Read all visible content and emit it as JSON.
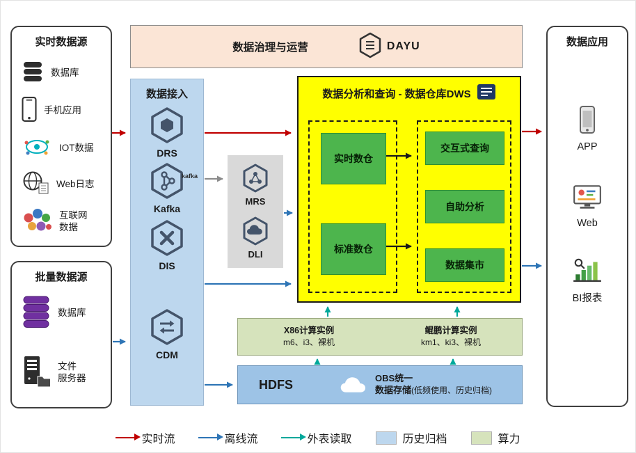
{
  "sources_realtime": {
    "title": "实时数据源",
    "items": [
      {
        "label": "数据库",
        "icon": "database-icon"
      },
      {
        "label": "手机应用",
        "icon": "phone-icon"
      },
      {
        "label": "IOT数据",
        "icon": "iot-icon"
      },
      {
        "label": "Web日志",
        "icon": "web-log-icon"
      },
      {
        "label": "互联网\n数据",
        "icon": "internet-data-icon"
      }
    ]
  },
  "sources_batch": {
    "title": "批量数据源",
    "items": [
      {
        "label": "数据库",
        "icon": "database-purple-icon"
      },
      {
        "label": "文件\n服务器",
        "icon": "file-server-icon"
      }
    ]
  },
  "governance": {
    "title": "数据治理与运营",
    "product": "DAYU"
  },
  "ingestion": {
    "title": "数据接入",
    "items": [
      {
        "label": "DRS"
      },
      {
        "label": "Kafka",
        "wordmark": "kafka"
      },
      {
        "label": "DIS"
      },
      {
        "label": "CDM"
      }
    ]
  },
  "processing": {
    "items": [
      {
        "label": "MRS"
      },
      {
        "label": "DLI"
      }
    ]
  },
  "dws": {
    "title": "数据分析和查询 - 数据仓库DWS",
    "left_items": [
      {
        "label": "实时数仓"
      },
      {
        "label": "标准数仓"
      }
    ],
    "right_items": [
      {
        "label": "交互式查询"
      },
      {
        "label": "自助分析"
      },
      {
        "label": "数据集市"
      }
    ]
  },
  "compute": {
    "x86_title": "X86计算实例",
    "x86_models": "m6、i3、裸机",
    "kunpeng_title": "鲲鹏计算实例",
    "kunpeng_models": "km1、ki3、裸机"
  },
  "storage": {
    "hdfs": "HDFS",
    "obs_line1": "OBS统一",
    "obs_line2": "数据存储",
    "obs_note": "(低频使用、历史归档)"
  },
  "apps": {
    "title": "数据应用",
    "items": [
      {
        "label": "APP",
        "icon": "app-phone-icon"
      },
      {
        "label": "Web",
        "icon": "web-monitor-icon"
      },
      {
        "label": "BI报表",
        "icon": "bi-report-icon"
      }
    ]
  },
  "legend": {
    "realtime": "实时流",
    "offline": "离线流",
    "external": "外表读取",
    "archive": "历史归档",
    "compute": "算力"
  },
  "colors": {
    "realtime_flow": "#c00000",
    "offline_flow": "#2e75b6",
    "external_read": "#00a89b",
    "archive_fill": "#bdd7ee",
    "compute_fill": "#d6e3bc",
    "dws_fill": "#ffff00",
    "warehouse_green": "#4db54d",
    "governance_fill": "#fbe5d6",
    "ingestion_fill": "#bdd7ee"
  }
}
